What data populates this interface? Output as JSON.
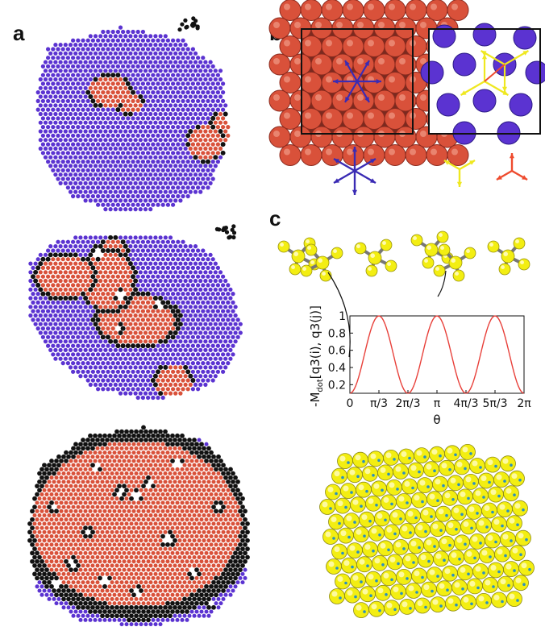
{
  "panel_labels": {
    "a": "a",
    "b": "b",
    "c": "c"
  },
  "colors": {
    "hexagonal_blue": "#5b33d1",
    "cubic_red": "#d9513a",
    "interface_black": "#111111",
    "yellow": "#f3ee12",
    "arrow_blue": "#3a2bb4",
    "arrow_yellow": "#efe820",
    "arrow_red": "#ee4b2e",
    "curve": "#e8403a"
  },
  "chart_data": {
    "type": "line",
    "title": "",
    "xlabel": "θ",
    "ylabel_html": "-M",
    "ylabel_sub": "dot",
    "ylabel_rest": "[q3(i), q3(j)]",
    "ylabel_full": "-Mdot[q3(i), q3(j)]",
    "xlim": [
      0,
      6.2832
    ],
    "ylim": [
      0.1,
      1.0
    ],
    "x_tick_labels": [
      "0",
      "π/3",
      "2π/3",
      "π",
      "4π/3",
      "5π/3",
      "2π"
    ],
    "x_tick_values": [
      0,
      1.0472,
      2.0944,
      3.1416,
      4.1888,
      5.236,
      6.2832
    ],
    "y_tick_labels": [
      "0.2",
      "0.4",
      "0.6",
      "0.8",
      "1"
    ],
    "y_tick_values": [
      0.2,
      0.4,
      0.6,
      0.8,
      1.0
    ],
    "series": [
      {
        "function": "0.55 - 0.45*cos(3*theta)",
        "samples": 121
      }
    ]
  }
}
